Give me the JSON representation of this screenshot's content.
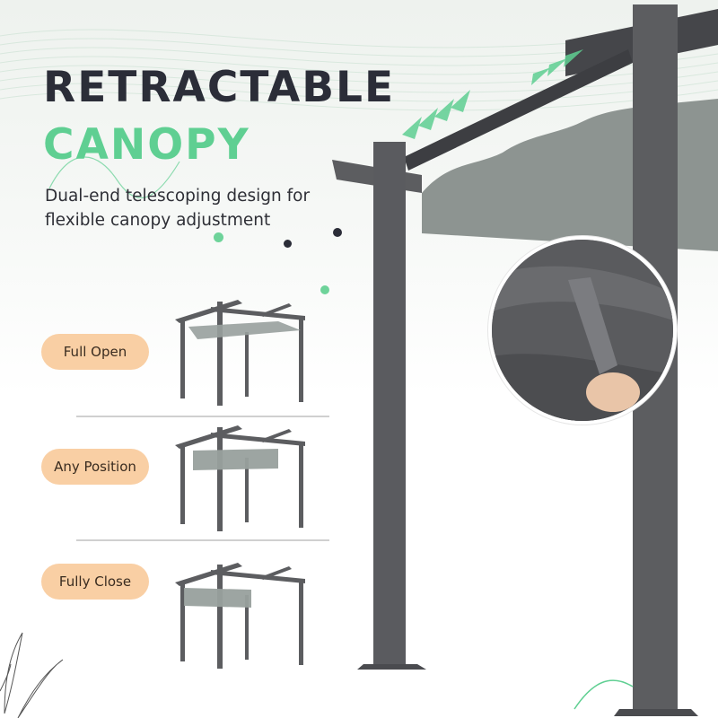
{
  "headline": {
    "line1": "RETRACTABLE",
    "line2": "CANOPY"
  },
  "subtitle": "Dual-end telescoping design for flexible canopy adjustment",
  "modes": [
    {
      "label": "Full Open",
      "state": "open"
    },
    {
      "label": "Any Position",
      "state": "partial"
    },
    {
      "label": "Fully Close",
      "state": "closed"
    }
  ],
  "colors": {
    "accent_green": "#5fcf92",
    "dark_text": "#2b2d38",
    "pill_bg": "#f9cfa4",
    "frame_gray": "#5c5d60",
    "canopy_gray": "#8d9491"
  },
  "icons": {
    "arrows": "double-chevron-arrows",
    "detail": "canopy-strap-closeup",
    "leaf": "leaf-outline"
  }
}
